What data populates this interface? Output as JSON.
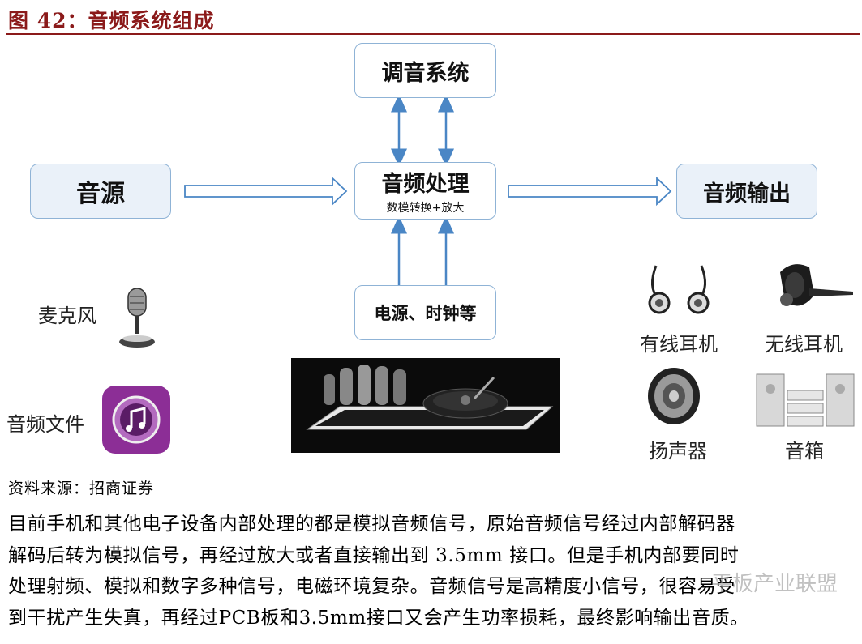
{
  "figure": {
    "title": "图 42：音频系统组成"
  },
  "diagram": {
    "tuning": "调音系统",
    "source": "音源",
    "processing": "音频处理",
    "processing_sub": "数模转换+放大",
    "output": "音频输出",
    "power": "电源、时钟等"
  },
  "devices": {
    "microphone": "麦克风",
    "audio_file": "音频文件",
    "wired_earphones": "有线耳机",
    "wireless_earphones": "无线耳机",
    "speaker": "扬声器",
    "sound_box": "音箱"
  },
  "source_note": "资料来源：招商证券",
  "paragraph": {
    "line1": "目前手机和其他电子设备内部处理的都是模拟音频信号，原始音频信号经过内部解码器",
    "line2": "解码后转为模拟信号，再经过放大或者直接输出到 3.5mm 接口。但是手机内部要同时",
    "line3": "处理射频、模拟和数字多种信号，电磁环境复杂。音频信号是高精度小信号，很容易受",
    "line4": "到干扰产生失真，再经过PCB板和3.5mm接口又会产生功率损耗，最终影响输出音质。"
  },
  "watermark": "平板产业联盟",
  "colors": {
    "title": "#8b1a1a",
    "box_border": "#8fb3d6",
    "box_fill": "#eaf1f9",
    "arrow_blue": "#4a86c5"
  }
}
